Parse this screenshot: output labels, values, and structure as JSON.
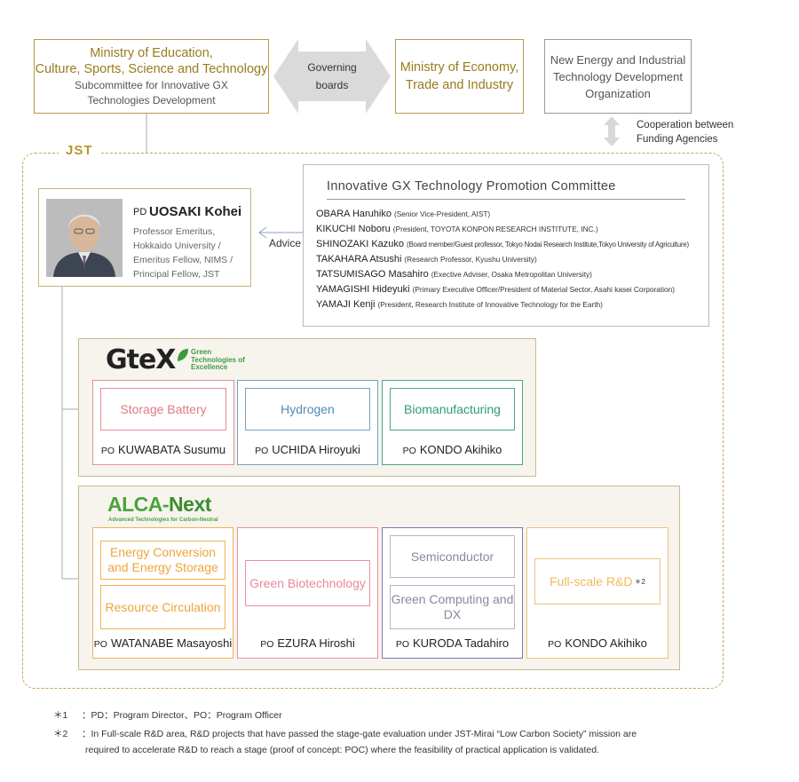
{
  "top": {
    "mext": {
      "line1": "Ministry of Education,",
      "line2": "Culture, Sports, Science and Technology",
      "sub1": "Subcommittee for Innovative GX",
      "sub2": "Technologies Development"
    },
    "governing": {
      "line1": "Governing",
      "line2": "boards"
    },
    "meti": {
      "line1": "Ministry of Economy,",
      "line2": "Trade and Industry"
    },
    "nedo": {
      "line1": "New Energy and Industrial",
      "line2": "Technology Development",
      "line3": "Organization"
    },
    "cooperation": {
      "line1": "Cooperation between",
      "line2": "Funding Agencies"
    }
  },
  "jst": {
    "label": "JST"
  },
  "pd": {
    "role": "PD",
    "name": "UOSAKI Kohei",
    "desc": [
      "Professor Emeritus,",
      "Hokkaido University /",
      "Emeritus Fellow, NIMS /",
      "Principal Fellow, JST"
    ]
  },
  "advice": "Advice",
  "committee": {
    "title": "Innovative GX Technology Promotion Committee",
    "members": [
      {
        "name": "OBARA Haruhiko",
        "aff": "(Senior Vice-President, AIST)"
      },
      {
        "name": "KIKUCHI Noboru",
        "aff": "(President, TOYOTA KONPON RESEARCH INSTITUTE, INC.)"
      },
      {
        "name": "SHINOZAKI Kazuko",
        "aff": "(Board member/Guest professor, Tokyo Nodai Research Institute,Tokyo University of Agriculture)"
      },
      {
        "name": "TAKAHARA Atsushi",
        "aff": "(Research Professor, Kyushu University)"
      },
      {
        "name": "TATSUMISAGO Masahiro",
        "aff": "(Exective Adviser, Osaka Metropolitan University)"
      },
      {
        "name": "YAMAGISHI Hideyuki",
        "aff": "(Primary Executive Officer/President of Material Sector, Asahi kasei Corporation)"
      },
      {
        "name": "YAMAJI Kenji",
        "aff": "(President, Research Institute of Innovative Technology for the Earth)"
      }
    ]
  },
  "gtex": {
    "logo": "GteX",
    "tag1": "Green",
    "tag2": "Technologies of",
    "tag3": "Excellence",
    "programs": [
      {
        "area": "Storage Battery",
        "po_label": "PO",
        "po": "KUWABATA Susumu"
      },
      {
        "area": "Hydrogen",
        "po_label": "PO",
        "po": "UCHIDA Hiroyuki"
      },
      {
        "area": "Biomanufacturing",
        "po_label": "PO",
        "po": "KONDO Akihiko"
      }
    ]
  },
  "alca": {
    "logo_a": "ALCA-",
    "logo_b": "Next",
    "tag": "Advanced Technologies for Carbon-Neutral",
    "programs": [
      {
        "area1": "Energy Conversion and Energy Storage",
        "area2": "Resource Circulation",
        "po_label": "PO",
        "po": "WATANABE Masayoshi"
      },
      {
        "area1": "Green Biotechnology",
        "po_label": "PO",
        "po": "EZURA Hiroshi"
      },
      {
        "area1": "Semiconductor",
        "area2": "Green Computing and DX",
        "po_label": "PO",
        "po": "KURODA Tadahiro"
      },
      {
        "area1": "Full-scale R&D",
        "sup": "＊2",
        "po_label": "PO",
        "po": "KONDO Akihiko"
      }
    ]
  },
  "notes": [
    {
      "mark": "＊1",
      "text": "：PD：Program Director、PO：Program Officer"
    },
    {
      "mark": "＊2",
      "text": "：In Full-scale R&D area, R&D projects that have passed the stage-gate evaluation under JST-Mirai “Low Carbon Society” mission are",
      "text2": "required to accelerate R&D to reach a stage (proof of concept: POC) where the feasibility of practical application is validated."
    }
  ],
  "colors": {
    "gold": "#9a7b1c",
    "jst_dash": "#c5a64f",
    "gtex_green": "#3a9b3f",
    "alca_green": "#4aa43a"
  }
}
